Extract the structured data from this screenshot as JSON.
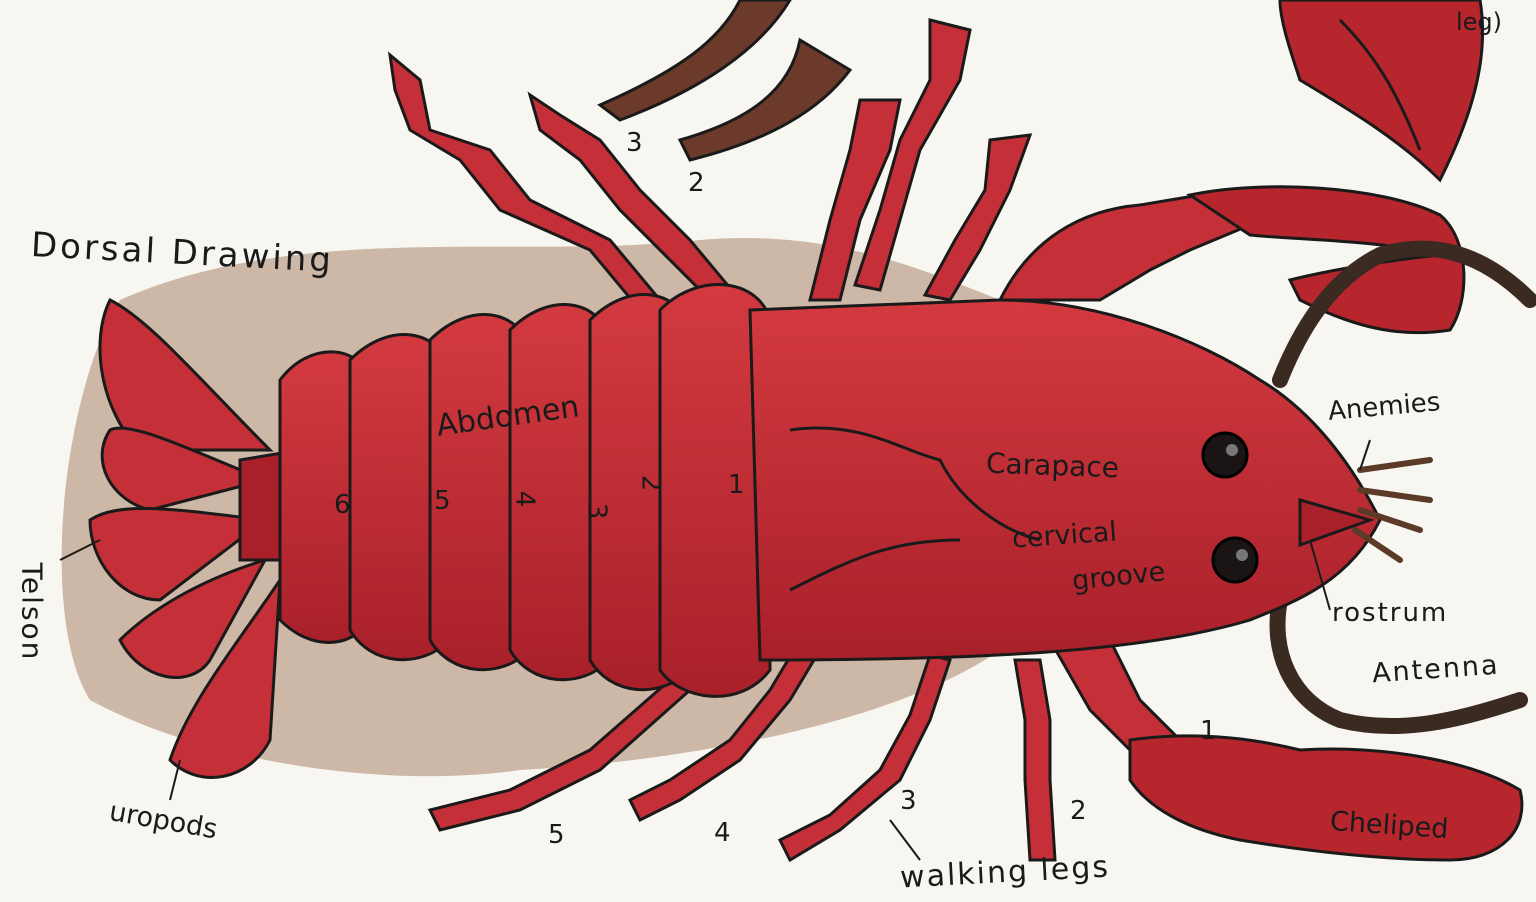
{
  "title": "Dorsal Drawing",
  "labels": {
    "anemies": "Anemies",
    "rostrum": "rostrum",
    "antenna": "Antenna",
    "cheliped": "Cheliped",
    "walking_legs": "walking legs",
    "uropods": "uropods",
    "telson": "Telson",
    "carapace": "Carapace",
    "cervical_groove_line1": "cervical",
    "cervical_groove_line2": "groove",
    "abdomen": "Abdomen",
    "leg_top_right": "leg)"
  },
  "abdomen_segment_numbers": [
    "6",
    "5",
    "4",
    "3",
    "2",
    "1"
  ],
  "top_leg_numbers": [
    "3",
    "2"
  ],
  "bottom_leg_numbers": [
    "5",
    "4",
    "3",
    "2",
    "1"
  ],
  "colors": {
    "body_red": "#c8282f",
    "dark_red": "#8e1b1f",
    "antenna_brown": "#3b2a22",
    "background_brown": "#8a5a3c",
    "paper": "#f7f6f1"
  }
}
